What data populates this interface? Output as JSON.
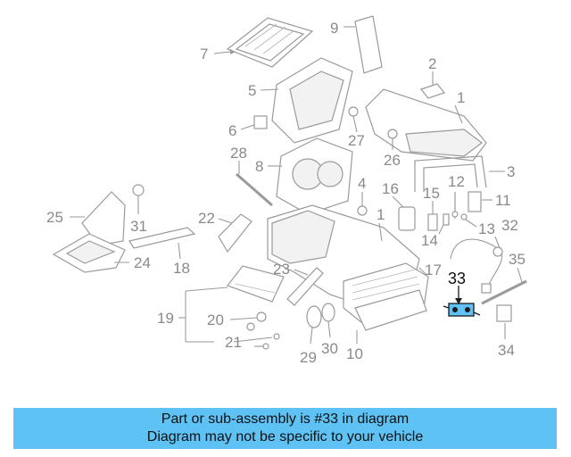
{
  "callouts": {
    "c1": "1",
    "c1b": "1",
    "c2": "2",
    "c3": "3",
    "c4": "4",
    "c5": "5",
    "c6": "6",
    "c7": "7",
    "c8": "8",
    "c9": "9",
    "c10": "10",
    "c11": "11",
    "c12": "12",
    "c13": "13",
    "c14": "14",
    "c15": "15",
    "c16": "16",
    "c17": "17",
    "c18": "18",
    "c19": "19",
    "c20": "20",
    "c21": "21",
    "c22": "22",
    "c23": "23",
    "c24": "24",
    "c25": "25",
    "c26": "26",
    "c27": "27",
    "c28": "28",
    "c29": "29",
    "c30": "30",
    "c31": "31",
    "c32": "32",
    "c33": "33",
    "c34": "34",
    "c35": "35"
  },
  "highlight": {
    "part_number": "33",
    "color": "#5ec2f5"
  },
  "banner": {
    "line1": "Part or sub-assembly is #33 in diagram",
    "line2": "Diagram may not be specific to your vehicle",
    "color": "#5ec2f5"
  }
}
